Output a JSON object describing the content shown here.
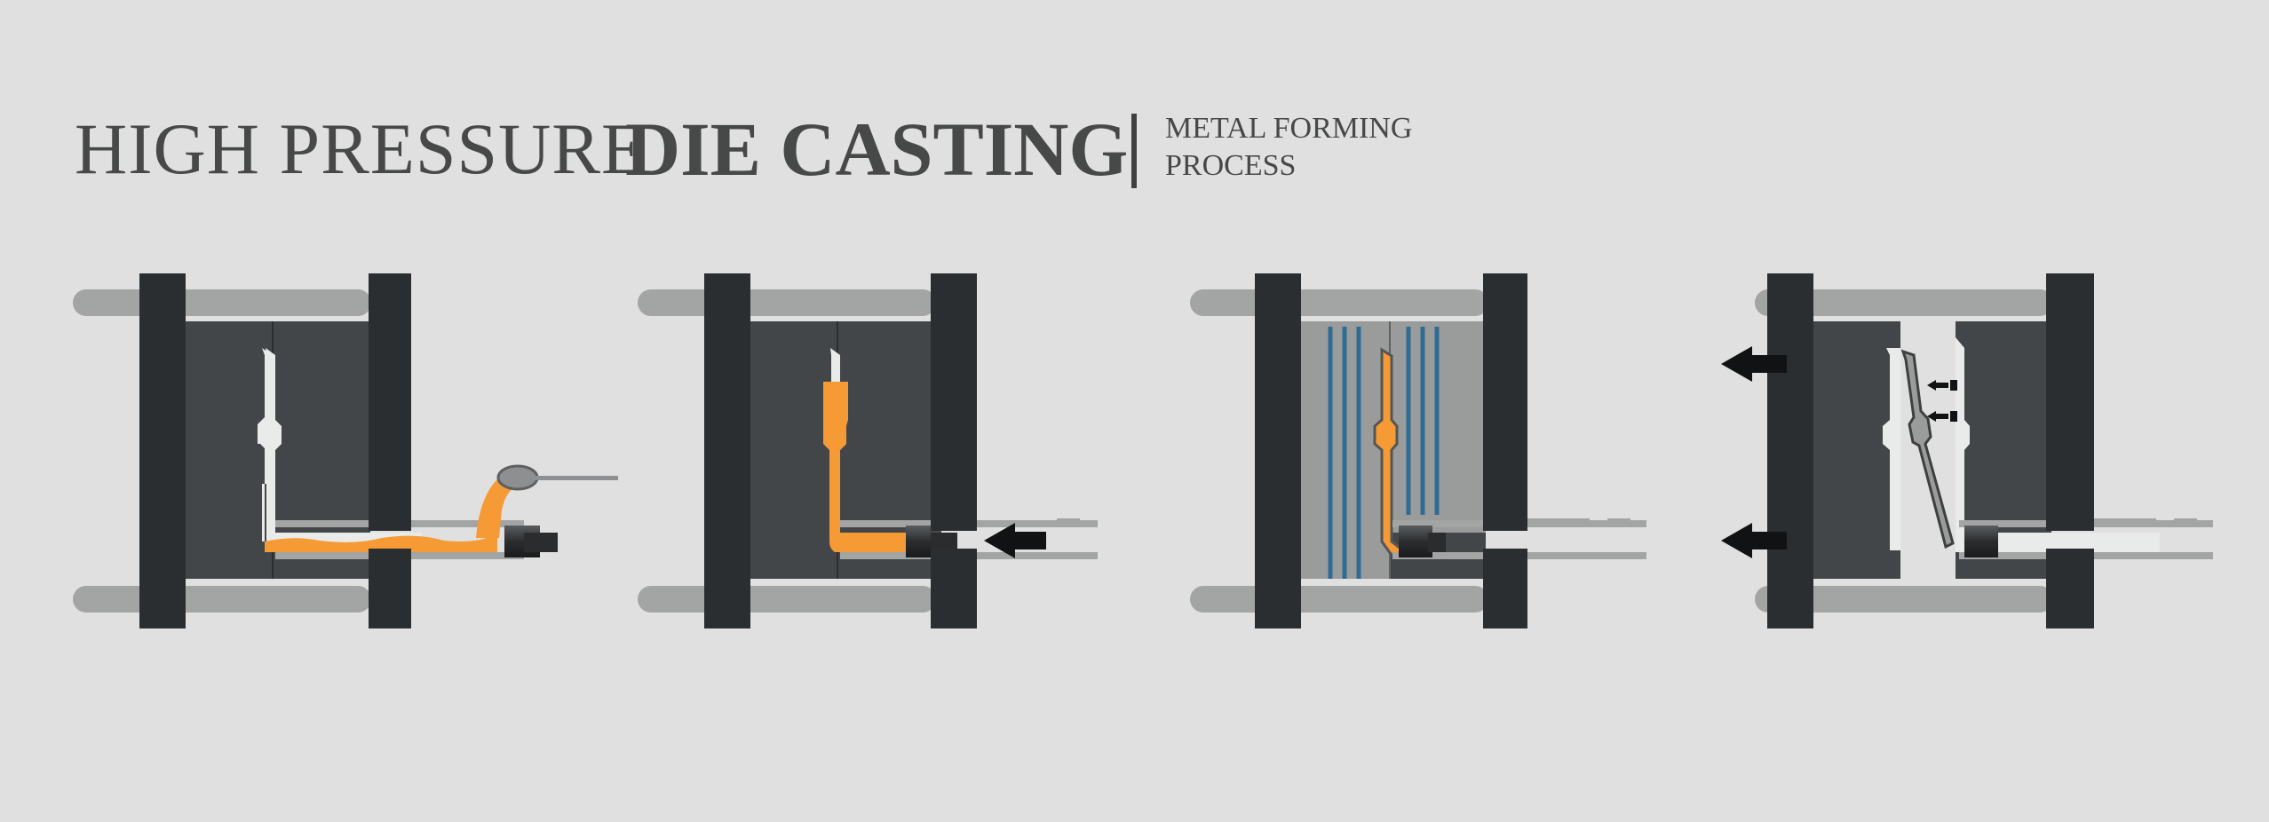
{
  "title": {
    "light": "HIGH PRESSURE",
    "bold": "DIE CASTING",
    "subtitle_line1": "METAL FORMING",
    "subtitle_line2": "PROCESS"
  },
  "colors": {
    "background": "#dfe0df",
    "platen": "#2b2e30",
    "die": "#434648",
    "die_light": "#9a9c9c",
    "rail": "#a3a4a4",
    "molten_metal": "#f59a34",
    "cavity": "#e9eaea",
    "cooling": "#2f6b93",
    "arrow": "#111213"
  },
  "stages": [
    {
      "name": "pouring"
    },
    {
      "name": "injection"
    },
    {
      "name": "cooling"
    },
    {
      "name": "ejection"
    }
  ]
}
